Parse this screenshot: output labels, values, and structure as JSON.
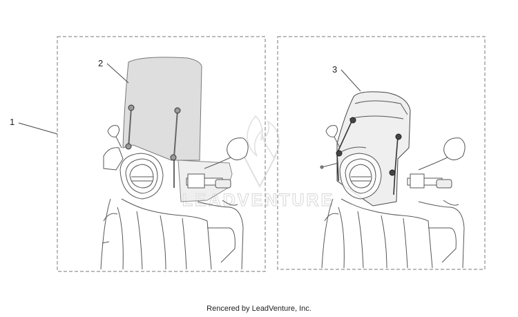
{
  "callouts": {
    "c1": "1",
    "c2": "2",
    "c3": "3"
  },
  "watermark": "LEADVENTURE",
  "footer": "Rencered by LeadVenture, Inc.",
  "colors": {
    "line": "#555555",
    "dashed_frame": "#777777",
    "windshield_tint": "#d3d3d3",
    "watermark": "#d9d9d9"
  }
}
